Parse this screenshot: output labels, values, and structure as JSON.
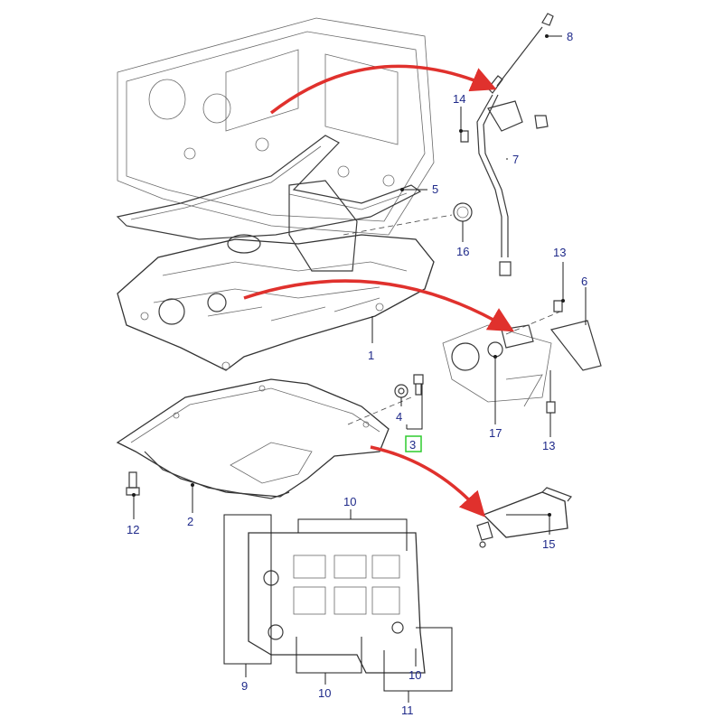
{
  "diagram": {
    "callouts": {
      "c1": "1",
      "c2": "2",
      "c3": "3",
      "c4": "4",
      "c5": "5",
      "c6": "6",
      "c7": "7",
      "c8": "8",
      "c9": "9",
      "c10a": "10",
      "c10b": "10",
      "c10c": "10",
      "c11": "11",
      "c12": "12",
      "c13a": "13",
      "c13b": "13",
      "c14": "14",
      "c15": "15",
      "c16": "16",
      "c17": "17"
    },
    "colors": {
      "arrow": "#e0312d",
      "callout_text": "#1f2a8a",
      "highlight_box": "#2ecc2e",
      "line": "#333333"
    },
    "highlighted_callout": "3"
  }
}
